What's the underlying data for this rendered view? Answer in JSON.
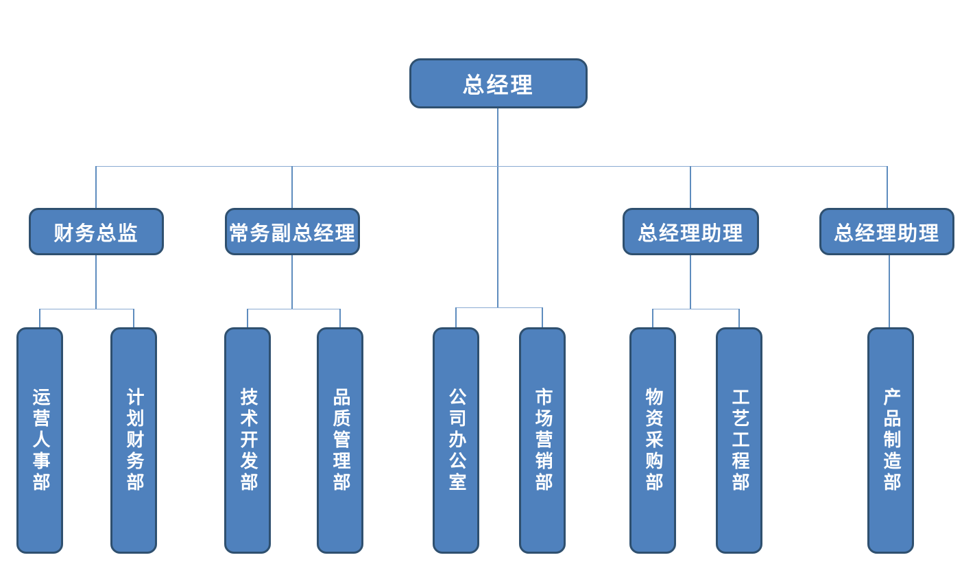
{
  "diagram": {
    "type": "org-chart",
    "root": {
      "label": "总经理"
    },
    "managers": [
      {
        "label": "财务总监"
      },
      {
        "label": "常务副总经理"
      },
      {
        "label": "总经理助理"
      },
      {
        "label": "总经理助理"
      }
    ],
    "departments": [
      {
        "label": "运营人事部",
        "reports_to": "财务总监"
      },
      {
        "label": "计划财务部",
        "reports_to": "财务总监"
      },
      {
        "label": "技术开发部",
        "reports_to": "常务副总经理"
      },
      {
        "label": "品质管理部",
        "reports_to": "常务副总经理"
      },
      {
        "label": "公司办公室",
        "reports_to": "总经理"
      },
      {
        "label": "市场营销部",
        "reports_to": "总经理"
      },
      {
        "label": "物资采购部",
        "reports_to": "总经理助理"
      },
      {
        "label": "工艺工程部",
        "reports_to": "总经理助理"
      },
      {
        "label": "产品制造部",
        "reports_to": "总经理助理"
      }
    ],
    "colors": {
      "background": "#ffffff",
      "node_fill": "#4f81bd",
      "node_border": "#2f506f",
      "node_text": "#ffffff",
      "connector_vertical": "#5e8cbe",
      "connector_horizontal": "#8aabd2"
    }
  }
}
